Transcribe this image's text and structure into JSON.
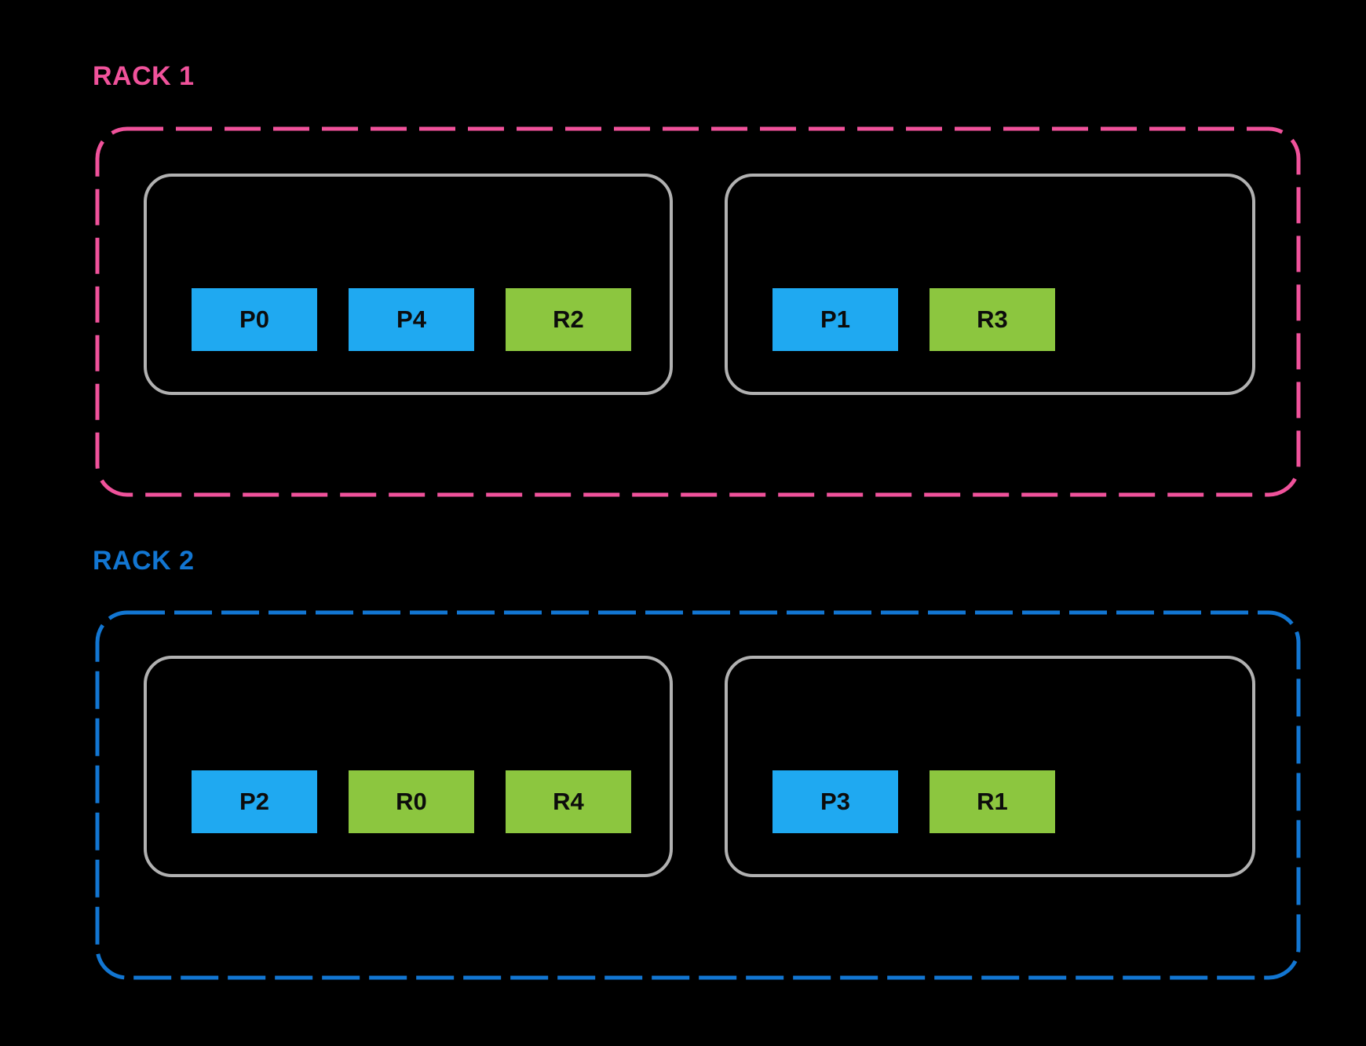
{
  "diagram": {
    "background_color": "#000000",
    "node_border_color": "#B1B1B1",
    "block_colors": {
      "primary_blue": "#1FA9F1",
      "replica_green": "#8CC63F"
    },
    "racks": [
      {
        "label": "RACK 1",
        "accent_color": "#F0529B",
        "nodes": [
          {
            "blocks": [
              {
                "label": "P0",
                "color": "#1FA9F1"
              },
              {
                "label": "P4",
                "color": "#1FA9F1"
              },
              {
                "label": "R2",
                "color": "#8CC63F"
              }
            ]
          },
          {
            "blocks": [
              {
                "label": "P1",
                "color": "#1FA9F1"
              },
              {
                "label": "R3",
                "color": "#8CC63F"
              }
            ]
          }
        ]
      },
      {
        "label": "RACK 2",
        "accent_color": "#1276D2",
        "nodes": [
          {
            "blocks": [
              {
                "label": "P2",
                "color": "#1FA9F1"
              },
              {
                "label": "R0",
                "color": "#8CC63F"
              },
              {
                "label": "R4",
                "color": "#8CC63F"
              }
            ]
          },
          {
            "blocks": [
              {
                "label": "P3",
                "color": "#1FA9F1"
              },
              {
                "label": "R1",
                "color": "#8CC63F"
              }
            ]
          }
        ]
      }
    ]
  }
}
